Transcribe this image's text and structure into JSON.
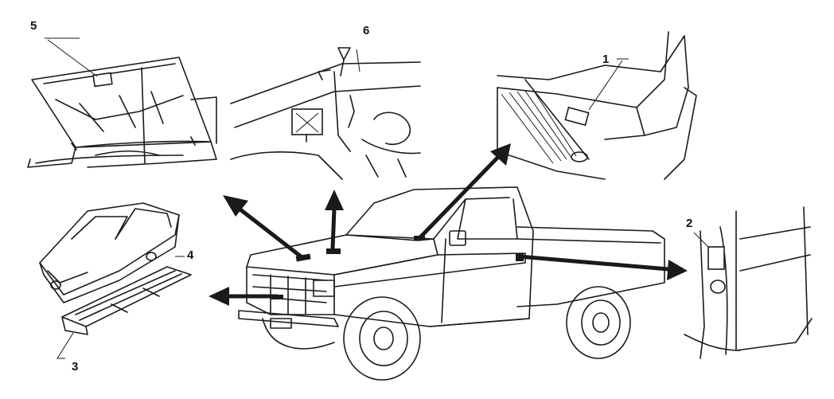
{
  "callouts": {
    "n1": "1",
    "n2": "2",
    "n3": "3",
    "n4": "4",
    "n5": "5",
    "n6": "6"
  },
  "colors": {
    "ink": "#1a1a1a",
    "paper": "#ffffff"
  }
}
